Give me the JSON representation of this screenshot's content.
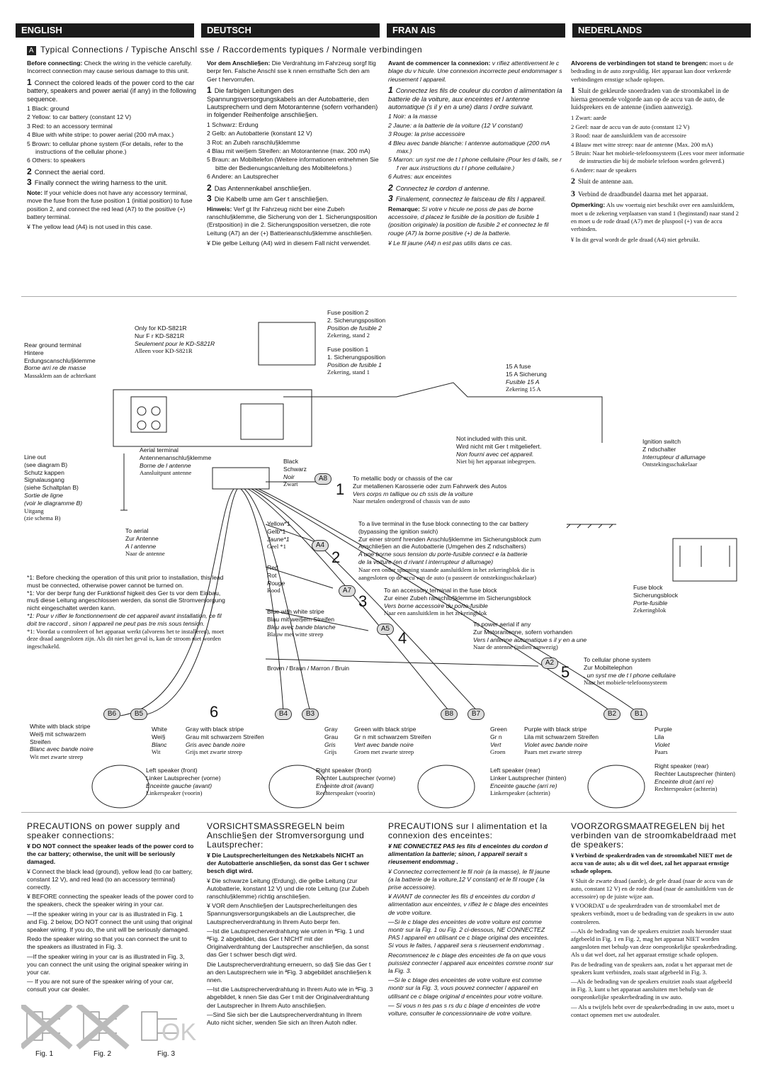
{
  "tabs": [
    "ENGLISH",
    "DEUTSCH",
    "FRAN AIS",
    "NEDERLANDS"
  ],
  "section": {
    "badge": "A",
    "title": "Typical Connections / Typische Anschl sse / Raccordements typiques / Normale verbindingen"
  },
  "english": {
    "before_lead": "Before connecting:",
    "before_text": "Check the wiring in the vehicle carefully. Incorrect connection may cause serious damage to this unit.",
    "step1": "Connect the colored leads of the power cord to the car battery, speakers and power aerial (if any) in the following sequence.",
    "list": [
      "1 Black: ground",
      "2 Yellow: to car battery (constant 12 V)",
      "3 Red: to an accessory terminal",
      "4 Blue with white stripe: to power aerial (200 mA max.)",
      "5 Brown: to cellular phone system (For details, refer to the instructions of the cellular phone.)",
      "6 Others: to speakers"
    ],
    "step2": "Connect the aerial cord.",
    "step3": "Finally connect the wiring harness to the unit.",
    "note_lead": "Note:",
    "note_text": "If your vehicle does not have any accessory terminal, move the fuse from the fuse position 1 (initial position) to fuse position 2, and connect the red lead (A7) to the positive (+) battery terminal.",
    "note_bullet": "¥ The yellow lead (A4) is not used in this case."
  },
  "deutsch": {
    "before_lead": "Vor dem Anschlie§en:",
    "before_text": "Die Verdrahtung im Fahrzeug sorgf ltig berpr fen. Falsche Anschl sse k nnen ernsthafte Sch den am Ger t hervorrufen.",
    "step1": "Die farbigen Leitungen des Spannungsversorgungskabels an der Autobatterie, den Lautsprechern und dem Motorantenne (sofern vorhanden) in folgender Reihenfolge anschlie§en.",
    "list": [
      "1 Schwarz: Erdung",
      "2 Gelb: an Autobatterie (konstant 12 V)",
      "3 Rot: an Zubeh ranschlu§klemme",
      "4 Blau mit wei§em Streifen: an Motorantenne (max. 200 mA)",
      "5 Braun: an Mobiltelefon (Weitere informationen entnehmen Sie bitte der Bedienungscanleitung des Mobiltelefons.)",
      "6 Andere: an Lautsprecher"
    ],
    "step2": "Das Antennenkabel anschlie§en.",
    "step3": "Die Kabelb ume am Ger t anschlie§en.",
    "note_lead": "Hinweis:",
    "note_text": "Verf gt Ihr Fahrzeug nicht ber eine Zubeh ranschlu§klemme, die Sicherung von der 1. Sicherungsposition (Erstposition) in die 2. Sicherungsposition versetzen, die rote Leitung (A7) an der (+) Batterieanschlu§klemme anschlie§en.",
    "note_bullet": "¥ Die gelbe Leitung (A4) wird in diesem Fall nicht verwendet."
  },
  "francais": {
    "before_lead": "Avant de commencer la connexion:",
    "before_text": "v rifiez attentivement le c blage du v hicule. Une connexion incorrecte peut endommager s rieusement l appareil.",
    "step1": "Connectez les fils de couleur du cordon d alimentation la batterie de la voiture, aux enceintes et l antenne automatique (s il y en a une) dans l ordre suivant.",
    "list": [
      "1 Noir: a la masse",
      "2 Jaune: a la batterie de la voiture (12 V constant)",
      "3 Rouge: la prise accessoire",
      "4 Bleu avec bande blanche: l antenne automatique (200 mA max.)",
      "5 Marron: un syst me de t l phone cellulaire (Pour les d tails, se r f rer aux instructions du t l phone cellulaire.)",
      "6 Autres: aux enceintes"
    ],
    "step2": "Connectez le cordon d antenne.",
    "step3": "Finalement, connectez le faisceau de fils l appareil.",
    "note_lead": "Remarque:",
    "note_text": "Si votre v hicule ne poss de pas de borne accessoire, d placez le fusible de la position de fusible 1 (position originale) la position de fusible 2 et connectez le fil rouge (A7) la borne positive (+) de la batterie.",
    "note_bullet": "¥ Le fil jaune (A4) n est pas utilis dans ce cas."
  },
  "nederlands": {
    "before_lead": "Alvorens de verbindingen tot stand te brengen:",
    "before_text": "moet u de bedrading in de auto zorgvuldig. Het apparaat kan door verkeerde verbindingen ernstige schade oplopen.",
    "step1": "Sluit de gekleurde snoerdraden van de stroomkabel in de hierna genoemde volgorde aan op de accu van de auto, de luidsprekers en de antenne (indien aanwezig).",
    "list": [
      "1 Zwart: aarde",
      "2 Geel: naar de accu van de auto (constant 12 V)",
      "3 Rood: naar de aansluitklem van de accessoire",
      "4 Blauw met witte streep: naar de antenne (Max. 200 mA)",
      "5 Bruin: Naar het mobiele-telefoonsysteem (Lees voor meer informatie de instructies die bij de mobiele telefoon worden geleverd.)",
      "6 Andere: naar de speakers"
    ],
    "step2": "Sluit de antenne aan.",
    "step3": "Verbind de draadbundel daarna met het apparaat.",
    "note_lead": "Opmerking:",
    "note_text": "Als uw voertuig niet beschikt over een aansluitklem, moet u de zekering verplaatsen van stand 1 (beginstand) naar stand 2 en moet u de rode draad (A7) met de pluspool (+) van de accu verbinden.",
    "note_bullet": "¥ In dit geval wordt de gele draad (A4) niet gebruikt."
  },
  "diagram": {
    "only_for": [
      "Only for KD-S821R",
      "Nur F r KD-S821R",
      "Seulement pour le KD-S821R",
      "Alleen voor KD-S821R"
    ],
    "rear_ground": [
      "Rear ground terminal",
      "Hintere",
      "Erdungscanschlu§klemme",
      "Borne arri re de masse",
      "Massaklem aan de achterkant"
    ],
    "fuse_pos2": [
      "Fuse position 2",
      "2. Sicherungsposition",
      "Position de fusible 2",
      "Zekering, stand 2"
    ],
    "fuse_pos1": [
      "Fuse position 1",
      "1. Sicherungsposition",
      "Position de fusible 1",
      "Zekering, stand 1"
    ],
    "fuse15": [
      "15 A fuse",
      "15 A Sicherung",
      "Fusible 15 A",
      "Zekering 15 A"
    ],
    "line_out": [
      "Line out",
      "(see diagram B)",
      "Schutz kappen",
      "Signalausgang",
      "(siehe Schaltplan B)",
      "Sortie de ligne",
      "(voir le diagramme B)",
      "Uitgang",
      "(zie schema B)"
    ],
    "aerial_terminal": [
      "Aerial terminal",
      "Antennenanschlu§klemme",
      "Borne de l antenne",
      "Aansluitpunt antenne"
    ],
    "to_aerial": [
      "To aerial",
      "Zur Antenne",
      "A l antenne",
      "Naar de antenne"
    ],
    "black": [
      "Black",
      "Schwarz",
      "Noir",
      "Zwart"
    ],
    "not_included": [
      "Not included with this unit.",
      "Wird nicht mit Ger t mitgeliefert.",
      "Non fourni avec cet appareil.",
      "Niet bij het apparaat inbegrepen."
    ],
    "metal_body": [
      "To metallic body or chassis of the car",
      "Zur metallenen Karosserie oder zum Fahrwerk des Autos",
      "Vers corps m tallique ou ch ssis de la voiture",
      "Naar metalen ondergrond of chassis van de auto"
    ],
    "ignition": [
      "Ignition switch",
      "Z ndschalter",
      "Interrupteur d allumage",
      "Ontstekingsschakelaar"
    ],
    "yellow": [
      "Yellow*1",
      "Gelb*1",
      "Jaune*1",
      "Geel *1"
    ],
    "live_terminal": [
      "To a live terminal in the fuse block connecting to the car battery",
      "(bypassing the ignition swich)",
      "Zur einer stromf hrenden Anschlu§klemme im Sicherungsblock zum",
      "Anschlie§en an die Autobatterie (Umgehen des Z ndschalters)",
      "A une borne sous tension du porte-fusible connect e la batterie",
      "de la voiture (en d rivant l interrupteur d allumage)",
      "Naar een onder spanning staande aansluitklem in het zekeringblok die is",
      "aangesloten op de accu van de auto (u passeert de ontstekingsschakelaar)"
    ],
    "red": [
      "Red",
      "Rot",
      "Rouge",
      "Rood"
    ],
    "accessory": [
      "To an accessory terminal in the fuse block",
      "Zur einer Zubeh ranschlu§klemme im Sicherungsblock",
      "Vers borne accessoire du porte-fusible",
      "Naar een aansluitklem in het zekeringblok"
    ],
    "fuse_block": [
      "Fuse block",
      "Sicherungsblock",
      "Porte-fusible",
      "Zekeringblok"
    ],
    "blue_white": [
      "Blue with white stripe",
      "Blau mit wei§em Streifen",
      "Bleu avec bande blanche",
      "Blauw met witte streep"
    ],
    "power_aerial": [
      "To power aerial if any",
      "Zur Motorantenne, sofern vorhanden",
      "Vers l antenne automatique s il y en a une",
      "Naar de antenne (indien aanwezig)"
    ],
    "brown": "Brown / Braun / Marron / Bruin",
    "cellular": [
      "To cellular phone system",
      "Zur Mobiltelephon",
      ", un syst me de t l phone cellulaire",
      "Naar het mobiele-telefoonsysteem"
    ],
    "footnotes": [
      "*1: Before checking the operation of this unit prior to installation, this lead must be connected, otherwise power cannot be turned on.",
      "*1: Vor der berpr fung der Funktionsf higkeit des Ger ts vor dem Einbau, mu§ diese Leitung angeschlossen werden, da sonst die Stromversorgung nicht eingeschaltet werden kann.",
      "*1: Pour v rifier le fonctionnement de cet appareil avant installation, ce fil doit tre raccord , sinon l appareil ne peut pas tre mis sous tension.",
      "*1: Voordat u controleert of het apparaat werkt (alvorens het te installeren), moet deze draad aangesloten zijn. Als dit niet het geval is, kan de stroom niet worden ingeschakeld."
    ],
    "leads": [
      "A8",
      "A4",
      "A7",
      "A5",
      "A2"
    ],
    "step_nums": [
      "1",
      "2",
      "3",
      "4",
      "5",
      "6"
    ],
    "speaker_b": [
      "B6",
      "B5",
      "B4",
      "B3",
      "B8",
      "B7",
      "B2",
      "B1"
    ],
    "sp1": {
      "a": [
        "White with black stripe",
        "Wei§ mit schwarzem",
        "Streifen",
        "Blanc avec bande noire",
        "Wit met zwarte streep"
      ],
      "b": [
        "White",
        "Wei§",
        "Blanc",
        "Wit"
      ],
      "c": [
        "Gray with black stripe",
        "Grau mit schwarzem Streifen",
        "Gris avec bande noire",
        "Grijs met zwarte streep"
      ],
      "name": [
        "Left speaker (front)",
        "Linker Lautsprecher (vorne)",
        "Enceinte gauche (avant)",
        "Linkerspeaker (voorin)"
      ]
    },
    "sp2": {
      "b": [
        "Gray",
        "Grau",
        "Gris",
        "Grijs"
      ],
      "c": [
        "Green with black stripe",
        "Gr n mit schwarzem Streifen",
        "Vert avec bande noire",
        "Groen met zwarte streep"
      ],
      "name": [
        "Right speaker (front)",
        "Rechter Lautsprecher (vorne)",
        "Enceinte droit (avant)",
        "Rechterspeaker (voorin)"
      ]
    },
    "sp3": {
      "b": [
        "Green",
        "Gr n",
        "Vert",
        "Groen"
      ],
      "c": [
        "Purple with black stripe",
        "Lila mit schwarzem Streifen",
        "Violet avec bande noire",
        "Paars met zwarte streep"
      ],
      "name": [
        "Left speaker (rear)",
        "Linker Lautsprecher (hinten)",
        "Enceinte gauche (arri re)",
        "Linkerspeaker (achterin)"
      ]
    },
    "sp4": {
      "b": [
        "Purple",
        "Lila",
        "Violet",
        "Paars"
      ],
      "name": [
        "Right speaker (rear)",
        "Rechter Lautsprecher (hinten)",
        "Enceinte droit (arri re)",
        "Rechterspeaker (achterin)"
      ]
    }
  },
  "precautions": {
    "en": {
      "title": "PRECAUTIONS on power supply and speaker connections:",
      "lines": [
        "¥ DO NOT connect the speaker leads of the power cord to the car battery; otherwise, the unit will be seriously damaged.",
        "¥ Connect the black lead (ground), yellow lead (to car battery, constant 12 V), and red lead (to an accessory terminal) correctly.",
        "¥ BEFORE connecting the speaker leads of the power cord to the speakers, check the speaker wiring in your car.",
        "—If the speaker wiring in your car is as illustrated in Fig. 1 and Fig. 2 below, DO NOT connect the unit using that original speaker wiring. If you do, the unit will be seriously damaged.",
        "Redo the speaker wiring so that you can connect the unit to the speakers as illustrated in Fig. 3.",
        "—If the speaker wiring in your car is as illustrated in Fig. 3, you can connect the unit using the original speaker wiring in your car.",
        "— If you are not sure of the speaker wiring of your car, consult your car dealer."
      ]
    },
    "de": {
      "title": "VORSICHTSMASSREGELN beim Anschlie§en der Stromversorgung und Lautsprecher:",
      "lines": [
        "¥ Die Lautsprecherleitungen des Netzkabels NICHT an der Autobatterie anschlie§en, da sonst das Ger t schwer besch digt wird.",
        "¥ Die schwarze Leitung (Erdung), die gelbe Leitung (zur Autobatterie, konstant 12 V) und die rote Leitung (zur Zubeh ranschlu§klemme) richtig anschlie§en.",
        "¥ VOR dem Anschlie§en der Lautsprecherleitungen des Spannungsversorgungskabels an die Lautsprecher, die Lautsprecherverdrahtung in Ihrem Auto berpr fen.",
        "—Ist die Lautsprecherverdrahtung wie unten in ªFig. 1 und ªFig. 2 abgebildet, das Ger t NICHT mit der Originalverdrahtung der Lautsprecher anschlie§en, da sonst das Ger t schwer besch digt wird.",
        "Die Lautsprecherverdrahtung erneuern, so da§ Sie das Ger t an den Lautsprechern wie in ªFig. 3 abgebildet anschlie§en k nnen.",
        "—Ist die Lautsprecherverdrahtung in Ihrem Auto wie in ªFig. 3 abgebildet, k nnen Sie das Ger t mit der Originalverdrahtung der Lautsprecher in Ihrem Auto anschlie§en.",
        "—Sind Sie sich ber die Lautsprecherverdrahtung in Ihrem Auto nicht sicher, wenden Sie sich an Ihren Autoh ndler."
      ]
    },
    "fr": {
      "title": "PRECAUTIONS sur l alimentation et la connexion des enceintes:",
      "lines": [
        "¥ NE CONNECTEZ PAS les fils d enceintes du cordon d alimentation la batterie; sinon, l appareil serait s rieusement endommag .",
        "¥ Connectez correctement le fil noir (a la masse), le fil jaune (a la batterie de la voiture,12 V constant) et le fil rouge ( la prise accessoire).",
        "¥ AVANT de connecter les fils d enceintes du cordon d alimentation aux enceintes, v rifiez le c blage des enceintes de votre voiture.",
        "—Si le c blage des enceintes de votre voiture est comme montr sur la Fig. 1 ou Fig. 2 ci-dessous, NE CONNECTEZ PAS l appareil en utilisant ce c blage original des enceintes. Si vous le faites, l appareil sera s rieusement endommag .",
        "Recommencez le c blage des enceintes de fa on que vous puissiez connecter l appareil aux enceintes comme montr sur la Fig. 3.",
        "—Si le c blage des enceintes de votre voiture est comme montr sur la Fig. 3, vous pouvez connecter l appareil en utilisant ce c blage original d enceintes pour votre voiture.",
        "— Si vous n tes pas s rs du c blage d enceintes de votre voiture, consulter le concessionnaire de votre voiture."
      ]
    },
    "nl": {
      "title": "VOORZORGSMAATREGELEN bij het verbinden van de stroomkabeldraad met de speakers:",
      "lines": [
        "¥ Verbind de speakerdraden van de stroomkabel NIET met de accu van de auto; als u dit wel doet, zal het apparaat ernstige schade oplopen.",
        "¥ Sluit de zwarte draad (aarde), de gele draad (naar de accu van de auto, constant 12 V) en de rode draad (naar de aansluitklem van de accessoire) op de juiste wijze aan.",
        "¥ VOORDAT u de speakerdraden van de stroomkabel met de speakers verbindt, moet u de bedrading van de speakers in uw auto controleren.",
        "—Als de bedrading van de speakers eruitziet zoals hieronder staat afgebeeld in Fig. 1 en Fig. 2, mag het apparaat NIET worden aangesloten met behulp van deze oorspronkelijke speakerbedrading. Als u dat wel doet, zal het apparaat ernstige schade oplopen.",
        "Pas de bedrading van de speakers aan, zodat u het apparaat met de speakers kunt verbinden, zoals staat afgebeeld in Fig. 3.",
        "—Als de bedrading van de speakers eruitziet zoals staat afgebeeld in Fig. 3, kunt u het apparaat aansluiten met behulp van de oorspronkelijke speakerbedrading in uw auto.",
        "— Als u twijfels hebt over de speakerbedrading in uw auto, moet u contact opnemen met uw autodealer."
      ]
    }
  },
  "figs": [
    "Fig. 1",
    "Fig. 2",
    "Fig. 3"
  ],
  "ok_text": "OK"
}
